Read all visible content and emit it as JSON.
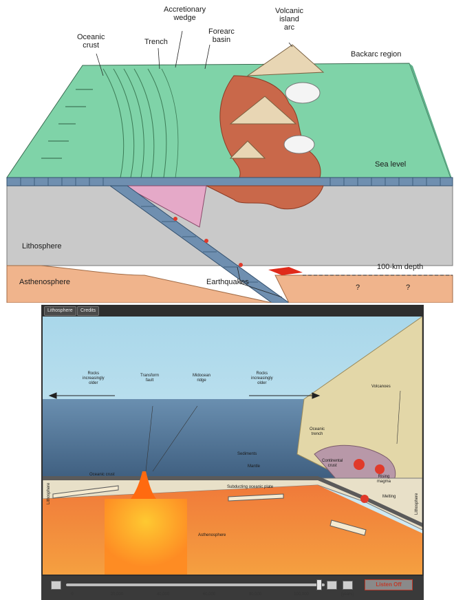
{
  "top": {
    "labels": {
      "oceanic_crust": "Oceanic\ncrust",
      "trench": "Trench",
      "accretionary_wedge": "Accretionary\nwedge",
      "forearc_basin": "Forearc\nbasin",
      "volcanic_island_arc": "Volcanic\nisland\narc",
      "backarc_region": "Backarc region",
      "sea_level": "Sea level",
      "lithosphere": "Lithosphere",
      "asthenosphere": "Asthenosphere",
      "depth_100km": "100-km depth",
      "earthquakes": "Earthquakes",
      "question_1": "?",
      "question_2": "?"
    },
    "colors": {
      "sea": "#7fd3a8",
      "lithosphere": "#c9c9c9",
      "asthenosphere": "#f0b48c",
      "arc": "#c9684a",
      "slab": "#6f8fb0"
    }
  },
  "bottom": {
    "tabs": [
      "Lithosphere",
      "Credits"
    ],
    "labels": {
      "rocks_older_left": "Rocks\nincreasingly\nolder",
      "transform_fault": "Transform\nfault",
      "midocean_ridge": "Midocean\nridge",
      "rocks_older_right": "Rocks\nincreasingly\nolder",
      "volcanoes": "Volcanoes",
      "oceanic_trench": "Oceanic\ntrench",
      "sediments": "Sediments",
      "mantle": "Mantle",
      "continental_crust": "Continental\ncrust",
      "rising_magma": "Rising\nmagma",
      "melting": "Melting",
      "oceanic_crust": "Oceanic crust",
      "subducting_oceanic_plate": "Subducting oceanic plate",
      "asthenosphere": "Asthenosphere",
      "lithosphere_left": "Lithosphere",
      "lithosphere_right": "Lithosphere"
    },
    "controls": {
      "timeline_ticks": [
        "0",
        "20,000",
        "40,000",
        "60,000",
        "80,000",
        "100,000",
        "(years)"
      ],
      "listen_button": "Listen Off"
    }
  }
}
